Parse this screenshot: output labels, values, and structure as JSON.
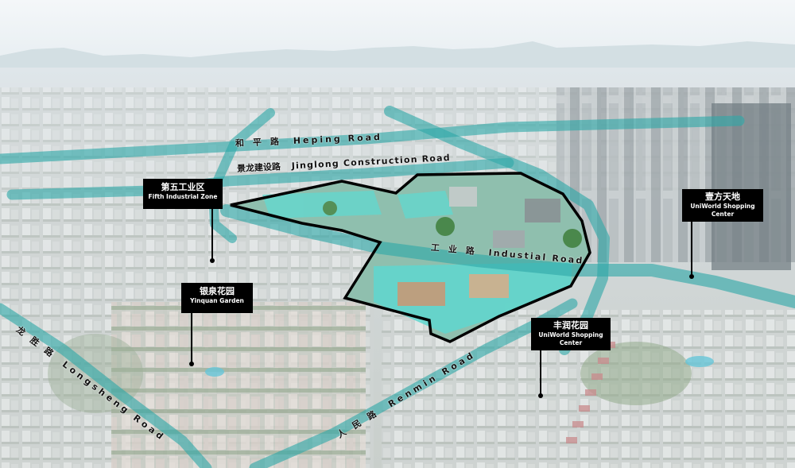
{
  "map": {
    "type": "aerial-site-location-map",
    "colors": {
      "road_overlay": "#2fa8a8",
      "site_boundary": "#000000",
      "callout_bg": "#000000",
      "callout_text": "#ffffff",
      "sky": "#f2f6f8",
      "site_fill": "#4fd3c9"
    },
    "roads": [
      {
        "id": "heping",
        "label_zh": "和　平　路",
        "label_en": "Heping Road"
      },
      {
        "id": "jinglong",
        "label_zh": "景龙建设路",
        "label_en": "Jinglong Construction Road"
      },
      {
        "id": "industrial",
        "label_zh": "工　业　路",
        "label_en": "Industial Road"
      },
      {
        "id": "longsheng",
        "label_zh": "龙　胜　路",
        "label_en": "Longsheng Road"
      },
      {
        "id": "renmin",
        "label_zh": "人　民　路",
        "label_en": "Renmin Road"
      }
    ],
    "callouts": [
      {
        "id": "fifth-industrial-zone",
        "zh": "第五工业区",
        "en": "Fifth Industrial Zone"
      },
      {
        "id": "yinquan-garden",
        "zh": "银泉花园",
        "en": "Yinquan Garden"
      },
      {
        "id": "uniworld-center",
        "zh": "壹方天地",
        "en": "UniWorld Shopping Center"
      },
      {
        "id": "fengrun-garden",
        "zh": "丰润花园",
        "en": "UniWorld Shopping Center"
      }
    ]
  }
}
